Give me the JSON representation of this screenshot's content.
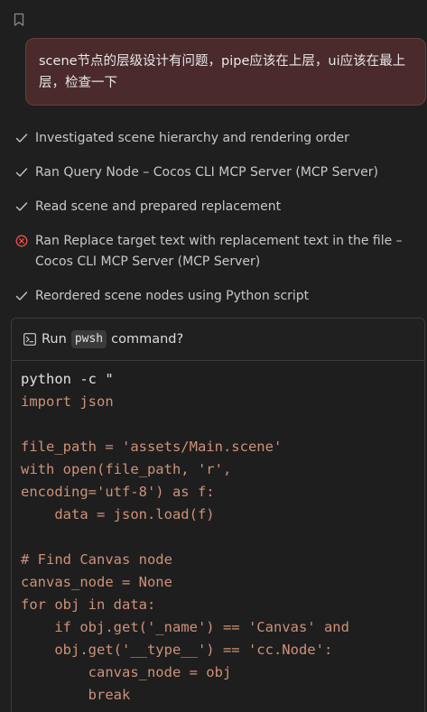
{
  "icons": {
    "bookmark": "bookmark-icon",
    "success": "check-icon",
    "error": "error-circle-icon",
    "terminal": "terminal-icon"
  },
  "colors": {
    "user_bubble_bg": "#4a2a2b",
    "error": "#f14c4c",
    "code_string": "#ce9178"
  },
  "user_message": "scene节点的层级设计有问题，pipe应该在上层，ui应该在最上层，检查一下",
  "steps": [
    {
      "status": "success",
      "text": "Investigated scene hierarchy and rendering order"
    },
    {
      "status": "success",
      "text": "Ran Query Node – Cocos CLI MCP Server (MCP Server)"
    },
    {
      "status": "success",
      "text": "Read scene and prepared replacement"
    },
    {
      "status": "error",
      "text": "Ran Replace target text with replacement text in the file – Cocos CLI MCP Server (MCP Server)"
    },
    {
      "status": "success",
      "text": "Reordered scene nodes using Python script"
    }
  ],
  "terminal": {
    "prefix": "Run",
    "shell": "pwsh",
    "suffix": "command?",
    "code_lines": [
      "python -c \"",
      "import json",
      "",
      "file_path = 'assets/Main.scene'",
      "with open(file_path, 'r',",
      "encoding='utf-8') as f:",
      "    data = json.load(f)",
      "",
      "# Find Canvas node",
      "canvas_node = None",
      "for obj in data:",
      "    if obj.get('_name') == 'Canvas' and",
      "    obj.get('__type__') == 'cc.Node':",
      "        canvas_node = obj",
      "        break"
    ]
  }
}
